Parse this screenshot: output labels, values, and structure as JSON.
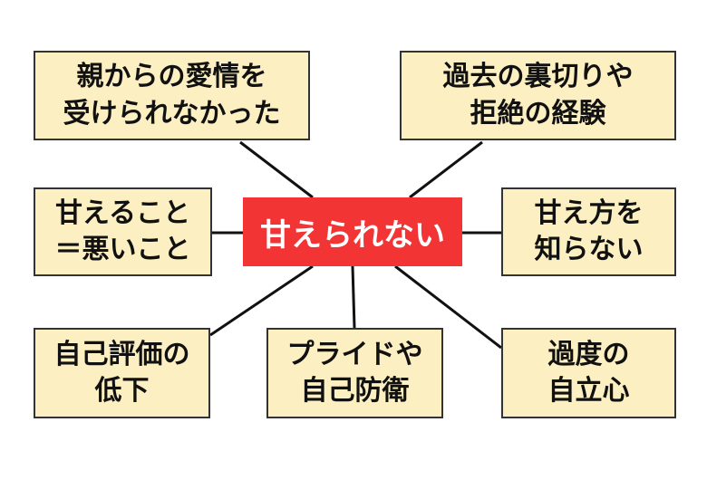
{
  "center": {
    "label": "甘えられない",
    "color": "#f23434"
  },
  "node_color": "#fcf0c2",
  "nodes": [
    {
      "id": "n1",
      "lines": [
        "親からの愛情を",
        "受けられなかった"
      ]
    },
    {
      "id": "n2",
      "lines": [
        "過去の裏切りや",
        "拒絶の経験"
      ]
    },
    {
      "id": "n3",
      "lines": [
        "甘えること",
        "＝悪いこと"
      ]
    },
    {
      "id": "n4",
      "lines": [
        "甘え方を",
        "知らない"
      ]
    },
    {
      "id": "n5",
      "lines": [
        "自己評価の",
        "低下"
      ]
    },
    {
      "id": "n6",
      "lines": [
        "プライドや",
        "自己防衛"
      ]
    },
    {
      "id": "n7",
      "lines": [
        "過度の",
        "自立心"
      ]
    }
  ]
}
